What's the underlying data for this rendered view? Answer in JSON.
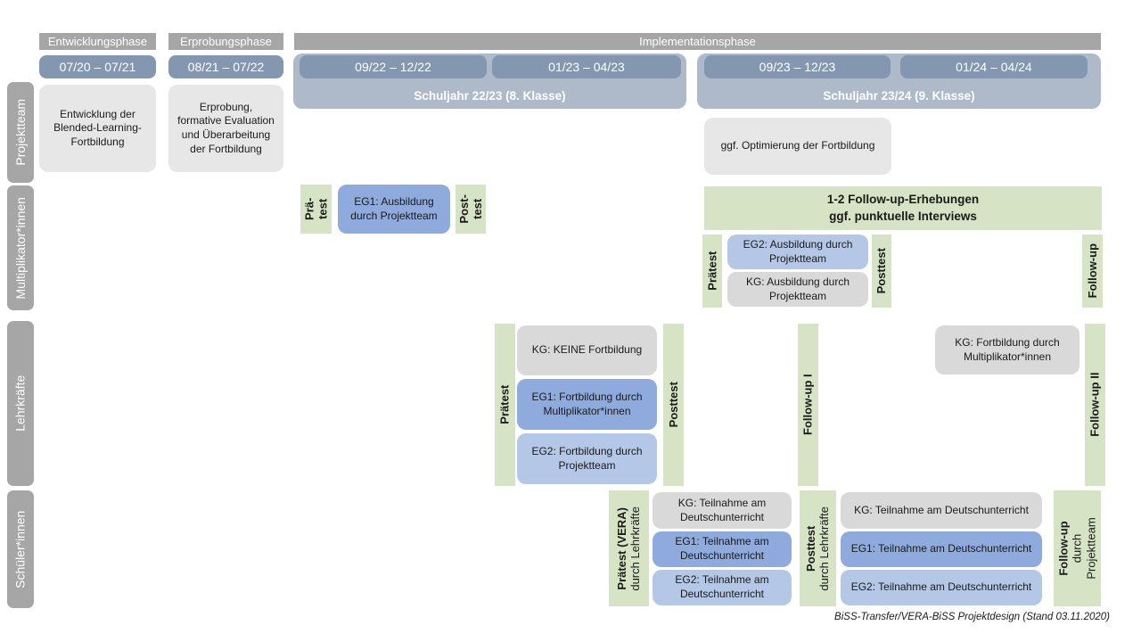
{
  "colors": {
    "phase_bar_gray": "#a6a6a6",
    "period_bar_blue": "#8497b0",
    "school_year_blue": "#aebaca",
    "project_box_gray": "#e8e7e7",
    "kg_gray": "#d9d9d9",
    "eg1_blue": "#8faadc",
    "eg2_blue": "#b4c7e7",
    "test_green": "#d6e4c5"
  },
  "header": {
    "phases": {
      "entwicklung": "Entwicklungsphase",
      "erprobung": "Erprobungsphase",
      "implementation": "Implementationsphase"
    },
    "periods": [
      "07/20 – 07/21",
      "08/21 – 07/22",
      "09/22 – 12/22",
      "01/23 – 04/23",
      "09/23 – 12/23",
      "01/24 – 04/24"
    ],
    "school_years": [
      "Schuljahr 22/23 (8. Klasse)",
      "Schuljahr 23/24 (9. Klasse)"
    ]
  },
  "rows": {
    "projektteam": {
      "label": "Projektteam",
      "entwicklung": "Entwicklung der Blended-Learning-Fortbildung",
      "erprobung": "Erprobung, formative Evaluation und Überarbeitung der Fortbildung",
      "optimierung": "ggf. Optimierung der Fortbildung"
    },
    "multiplikatoren": {
      "label": "Multiplikator*innen",
      "praetest_short_line1": "Prä-",
      "praetest_short_line2": "test",
      "eg1": "EG1: Ausbildung durch Projektteam",
      "posttest_short_line1": "Post-",
      "posttest_short_line2": "test",
      "followup_box_line1": "1-2 Follow-up-Erhebungen",
      "followup_box_line2": "ggf. punktuelle Interviews",
      "praetest": "Prätest",
      "eg2": "EG2: Ausbildung durch Projektteam",
      "kg": "KG: Ausbildung durch Projektteam",
      "posttest": "Posttest",
      "followup": "Follow-up"
    },
    "lehrkraefte": {
      "label": "Lehrkräfte",
      "praetest": "Prätest",
      "kg": "KG: KEINE Fortbildung",
      "eg1": "EG1: Fortbildung durch Multiplikator*innen",
      "eg2": "EG2: Fortbildung durch Projektteam",
      "posttest": "Posttest",
      "followup1": "Follow-up I",
      "kg2": "KG: Fortbildung durch Multiplikator*innen",
      "followup2": "Follow-up II"
    },
    "schueler": {
      "label": "Schüler*innen",
      "praetest_line1": "Prätest (VERA)",
      "praetest_line2": "durch Lehrkräfte",
      "kg": "KG: Teilnahme am Deutschunterricht",
      "eg1": "EG1: Teilnahme am Deutschunterricht",
      "eg2": "EG2: Teilnahme am Deutschunterricht",
      "posttest_line1": "Posttest",
      "posttest_line2": "durch Lehrkräfte",
      "kg2": "KG: Teilnahme am Deutschunterricht",
      "eg1b": "EG1: Teilnahme am Deutschunterricht",
      "eg2b": "EG2: Teilnahme am Deutschunterricht",
      "followup_line1": "Follow-up",
      "followup_line2": "durch",
      "followup_line3": "Projektteam"
    }
  },
  "footer": "BiSS-Transfer/VERA-BiSS Projektdesign (Stand 03.11.2020)"
}
